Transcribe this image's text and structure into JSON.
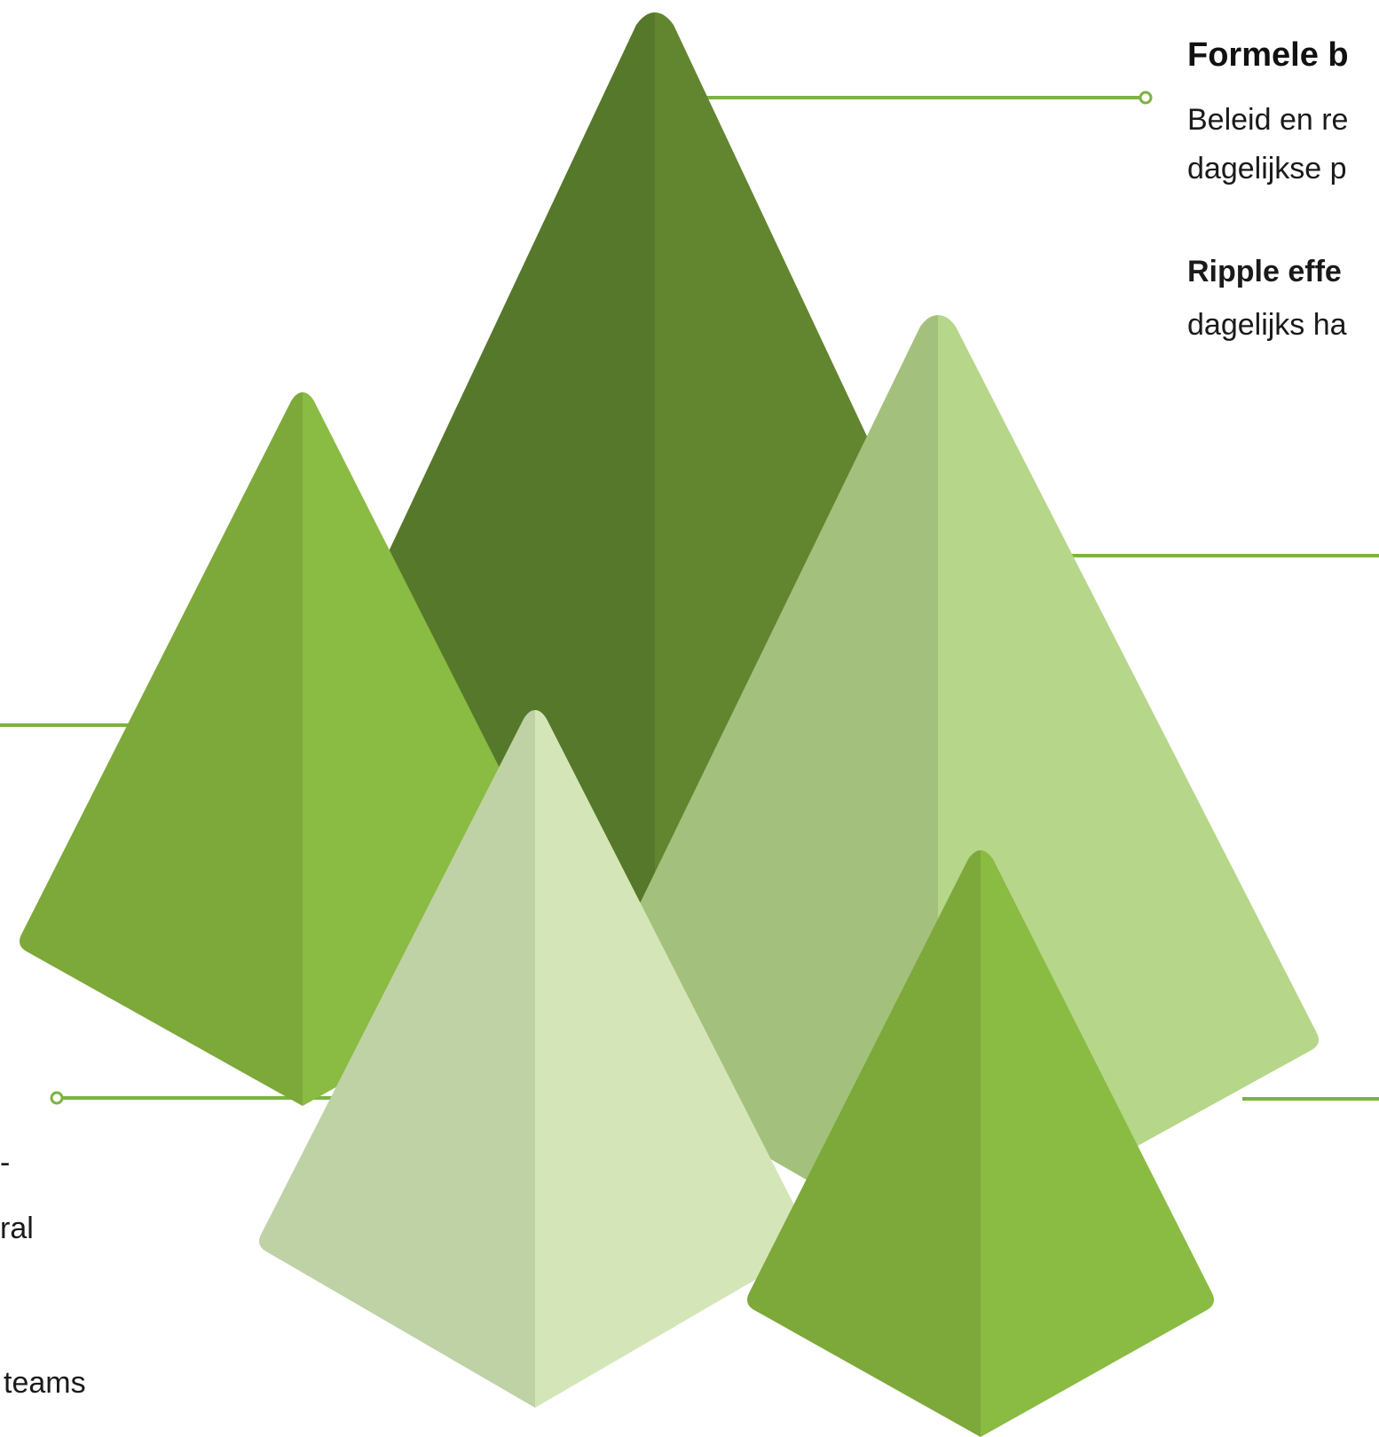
{
  "colors": {
    "accent_line": "#7cb342",
    "tree_dark_left": "#55782a",
    "tree_dark_right": "#62852f",
    "tree_mid_left": "#7da83a",
    "tree_mid_right": "#8abb42",
    "tree_light_left": "#a3c17c",
    "tree_light_right": "#b6d689",
    "tree_pale_left": "#bfd2a6",
    "tree_pale_right": "#d4e6b8",
    "background": "#ffffff"
  },
  "right_panel": {
    "heading": "Formele b",
    "line1": "Beleid en re",
    "line2": "dagelijkse p",
    "ripple_bold": "Ripple effe",
    "ripple_line2": "dagelijks ha"
  },
  "left_panel": {
    "fragment1": "-",
    "fragment2": "ral",
    "fragment3": "teams"
  }
}
